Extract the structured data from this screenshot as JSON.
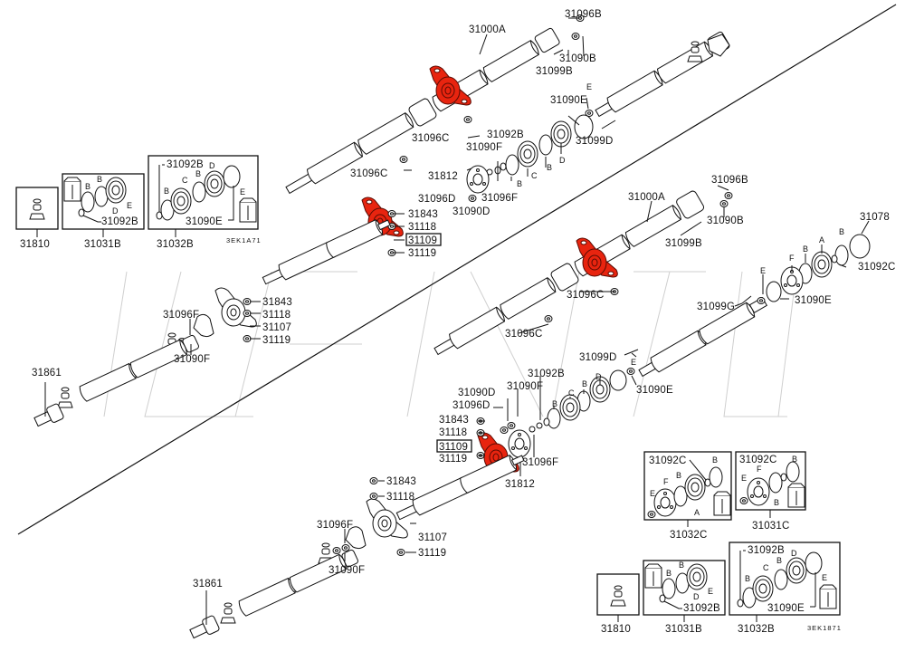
{
  "diagram": {
    "title": "Propeller shaft exploded parts diagram",
    "watermark": "KAUTO",
    "highlight_color": "#e8240f",
    "upper": {
      "figure_code": "3EK1A71",
      "labels": {
        "l31000A": "31000A",
        "l31096B": "31096B",
        "l31090B": "31090B",
        "l31099B": "31099B",
        "l31090E": "31090E",
        "lE": "E",
        "l31099D": "31099D",
        "l31096C_1": "31096C",
        "l31096C_2": "31096C",
        "l31092B": "31092B",
        "l31090F": "31090F",
        "lB1": "B",
        "lC": "C",
        "lB2": "B",
        "lD": "D",
        "l31812": "31812",
        "l31096F": "31096F",
        "l31096D": "31096D",
        "l31090D": "31090D",
        "l31843": "31843",
        "l31118": "31118",
        "l31109": "31109",
        "l31119": "31119",
        "l31843b": "31843",
        "l31118b": "31118",
        "l31107": "31107",
        "l31119b": "31119",
        "l31096Fb": "31096F",
        "l31090Fb": "31090F",
        "l31861": "31861"
      },
      "kits": [
        {
          "part_no": "31810",
          "items": []
        },
        {
          "part_no": "31031B",
          "items": [
            "B",
            "B",
            "D",
            "E",
            "31092B"
          ]
        },
        {
          "part_no": "31032B",
          "items": [
            "31092B",
            "B",
            "C",
            "B",
            "D",
            "E",
            "31090E"
          ]
        }
      ]
    },
    "lower": {
      "figure_code": "3EK1871",
      "labels": {
        "l31000A": "31000A",
        "l31096B": "31096B",
        "l31090B": "31090B",
        "l31099B": "31099B",
        "l31078": "31078",
        "lB1": "B",
        "lA": "A",
        "lB2": "B",
        "lF": "F",
        "l31092C": "31092C",
        "lE": "E",
        "l31099G": "31099G",
        "l31090E": "31090E",
        "l31096C_1": "31096C",
        "l31096C_2": "31096C",
        "l31099D": "31099D",
        "lE2": "E",
        "l31090E2": "31090E",
        "l31092B": "31092B",
        "lD": "D",
        "lB3": "B",
        "lC": "C",
        "lB4": "B",
        "l31090F": "31090F",
        "l31090D": "31090D",
        "l31096D": "31096D",
        "l31843": "31843",
        "l31118": "31118",
        "l31109": "31109",
        "l31119": "31119",
        "l31812": "31812",
        "l31096F": "31096F",
        "l31843b": "31843",
        "l31118b": "31118",
        "l31107": "31107",
        "l31119b": "31119",
        "l31096Fb": "31096F",
        "l31090Fb": "31090F",
        "l31861": "31861"
      },
      "kits": [
        {
          "part_no": "31032C",
          "items": [
            "31092C",
            "B",
            "F",
            "B",
            "E",
            "A"
          ]
        },
        {
          "part_no": "31031C",
          "items": [
            "31092C",
            "B",
            "F",
            "E",
            "B"
          ]
        },
        {
          "part_no": "31810",
          "items": []
        },
        {
          "part_no": "31031B",
          "items": [
            "B",
            "B",
            "D",
            "E",
            "31092B"
          ]
        },
        {
          "part_no": "31032B",
          "items": [
            "31092B",
            "B",
            "C",
            "B",
            "D",
            "E",
            "31090E"
          ]
        }
      ]
    }
  }
}
